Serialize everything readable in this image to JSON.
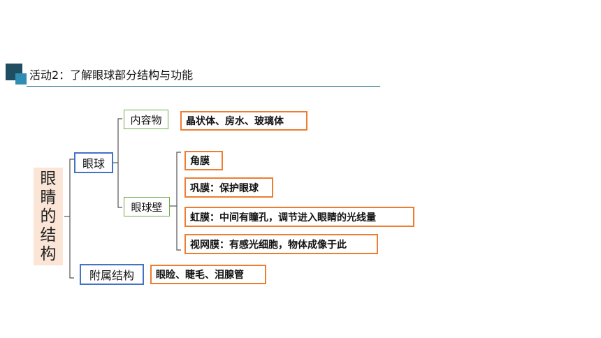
{
  "header": {
    "title": "活动2：了解眼球部分结构与功能"
  },
  "diagram": {
    "root": "眼睛的结构",
    "branches": {
      "eyeball": "眼球",
      "accessory": "附属结构"
    },
    "eyeball_parts": {
      "contents": "内容物",
      "wall": "眼球壁"
    },
    "details": {
      "contents": "晶状体、房水、玻璃体",
      "cornea": "角膜",
      "sclera": "巩膜：保护眼球",
      "iris": "虹膜：中间有瞳孔，调节进入眼睛的光线量",
      "retina": "视网膜：有感光细胞，物体成像于此",
      "accessory": "眼睑、睫毛、泪腺管"
    }
  }
}
